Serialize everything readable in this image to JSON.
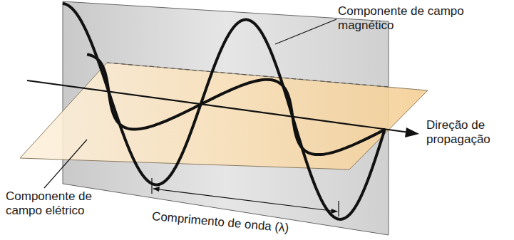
{
  "diagram": {
    "labels": [
      "Componente de campo magnético",
      "Direção de propagação",
      "Componente de campo elétrico",
      "Comprimento de onda (λ)"
    ]
  }
}
